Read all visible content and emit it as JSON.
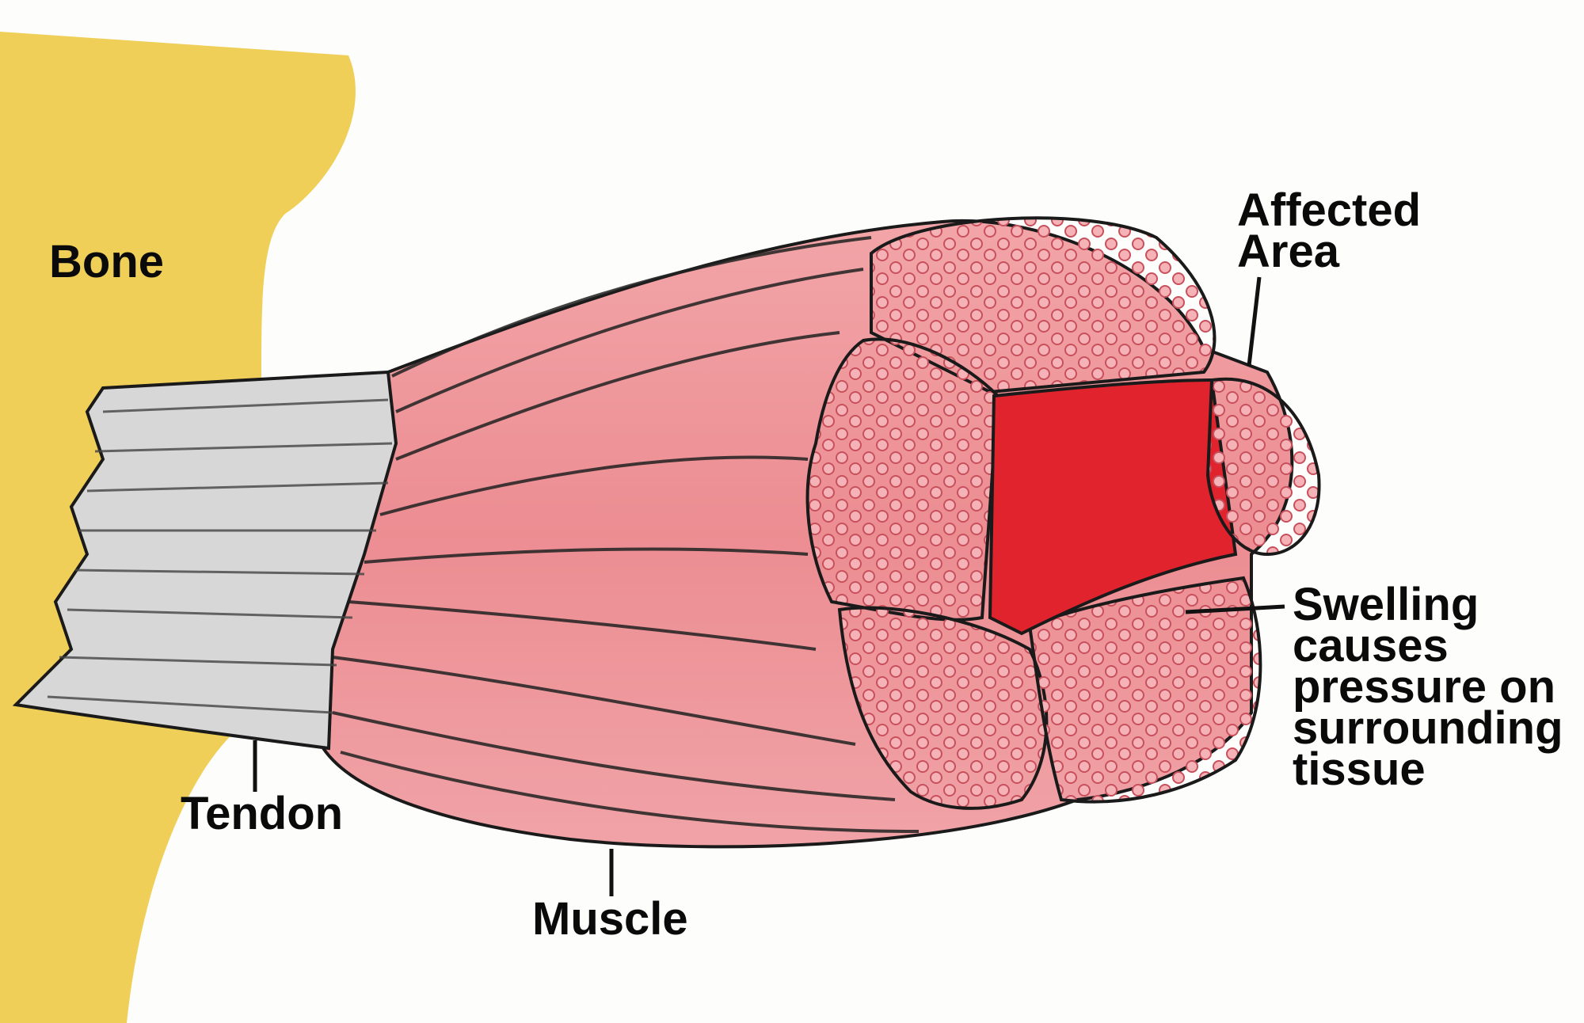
{
  "labels": {
    "bone": "Bone",
    "tendon": "Tendon",
    "muscle": "Muscle",
    "affected": [
      "Affected",
      "Area"
    ],
    "swelling": [
      "Swelling",
      "causes",
      "pressure on",
      "surrounding",
      "tissue"
    ]
  },
  "colors": {
    "bone": "#efcf58",
    "tendon": "#d7d7d7",
    "muscle": "#ec8f93",
    "muscle_dark": "#d84c5a",
    "fascicle_core": "#e1232e",
    "outline": "#1a1a1a",
    "background": "#fdfdfb"
  }
}
